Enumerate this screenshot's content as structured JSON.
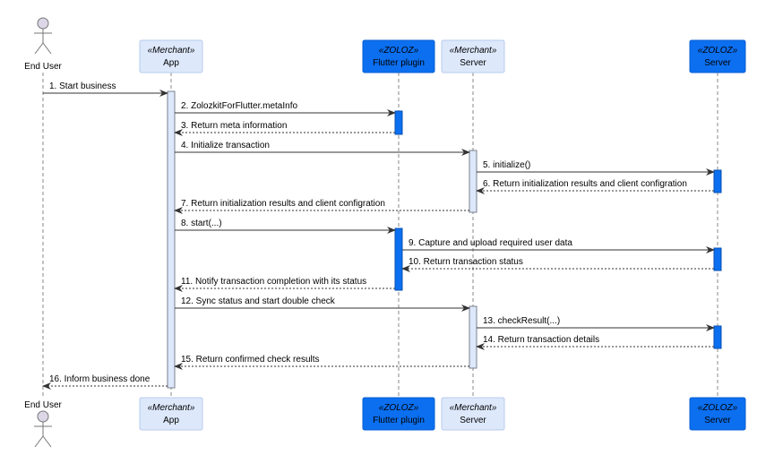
{
  "colors": {
    "merchant_fill": "#dde8fb",
    "merchant_stroke": "#b7cbee",
    "merchant_text": "#1d2a5a",
    "zoloz_fill": "#0b6ff0",
    "zoloz_stroke": "#0a5ed0",
    "zoloz_text": "#ffffff",
    "actor_fill": "#dcd7e6",
    "line": "#777777",
    "activation_merchant": "#dde8fb",
    "activation_zoloz": "#0b6ff0"
  },
  "participants": [
    {
      "id": "user",
      "kind": "actor",
      "name": "End User",
      "stereotype": "",
      "icon": "person-icon"
    },
    {
      "id": "app",
      "kind": "merchant",
      "name": "App",
      "stereotype": "«Merchant»"
    },
    {
      "id": "plugin",
      "kind": "zoloz",
      "name": "Flutter plugin",
      "stereotype": "«ZOLOZ»"
    },
    {
      "id": "mserver",
      "kind": "merchant",
      "name": "Server",
      "stereotype": "«Merchant»"
    },
    {
      "id": "zserver",
      "kind": "zoloz",
      "name": "Server",
      "stereotype": "«ZOLOZ»"
    }
  ],
  "messages": [
    {
      "label": "1. Start business",
      "from": "user",
      "to": "app",
      "style": "solid"
    },
    {
      "label": "2. ZolozkitForFlutter.metaInfo",
      "from": "app",
      "to": "plugin",
      "style": "solid"
    },
    {
      "label": "3. Return meta information",
      "from": "plugin",
      "to": "app",
      "style": "dashed"
    },
    {
      "label": "4. Initialize transaction",
      "from": "app",
      "to": "mserver",
      "style": "solid"
    },
    {
      "label": "5. initialize()",
      "from": "mserver",
      "to": "zserver",
      "style": "solid"
    },
    {
      "label": "6. Return initialization results and client configration",
      "from": "zserver",
      "to": "mserver",
      "style": "dashed"
    },
    {
      "label": "7. Return initialization results and client configration",
      "from": "mserver",
      "to": "app",
      "style": "dashed"
    },
    {
      "label": "8. start(...)",
      "from": "app",
      "to": "plugin",
      "style": "solid"
    },
    {
      "label": "9. Capture and upload required user data",
      "from": "plugin",
      "to": "zserver",
      "style": "solid"
    },
    {
      "label": "10. Return transaction status",
      "from": "zserver",
      "to": "plugin",
      "style": "dashed"
    },
    {
      "label": "11. Notify transaction completion with its status",
      "from": "plugin",
      "to": "app",
      "style": "dashed"
    },
    {
      "label": "12. Sync status and start double check",
      "from": "app",
      "to": "mserver",
      "style": "solid"
    },
    {
      "label": "13. checkResult(...)",
      "from": "mserver",
      "to": "zserver",
      "style": "solid"
    },
    {
      "label": "14. Return transaction details",
      "from": "zserver",
      "to": "mserver",
      "style": "dashed"
    },
    {
      "label": "15. Return confirmed check results",
      "from": "mserver",
      "to": "app",
      "style": "dashed"
    },
    {
      "label": "16. Inform business done",
      "from": "app",
      "to": "user",
      "style": "dashed"
    }
  ],
  "activations": [
    {
      "participant": "app",
      "from_message": 1,
      "to_message": 16
    },
    {
      "participant": "plugin",
      "from_message": 2,
      "to_message": 3
    },
    {
      "participant": "mserver",
      "from_message": 4,
      "to_message": 7
    },
    {
      "participant": "zserver",
      "from_message": 5,
      "to_message": 6
    },
    {
      "participant": "plugin",
      "from_message": 8,
      "to_message": 11
    },
    {
      "participant": "zserver",
      "from_message": 9,
      "to_message": 10
    },
    {
      "participant": "mserver",
      "from_message": 12,
      "to_message": 15
    },
    {
      "participant": "zserver",
      "from_message": 13,
      "to_message": 14
    }
  ]
}
